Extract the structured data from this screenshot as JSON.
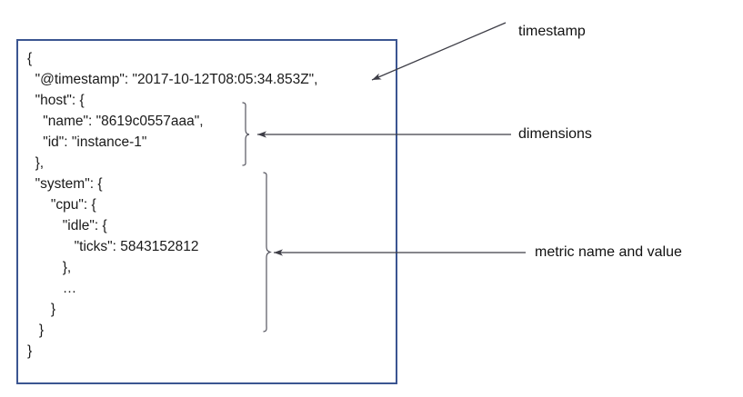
{
  "document": {
    "name": "json-metric-document",
    "border_color": "#3b5591",
    "lines": [
      "{",
      "  \"@timestamp\": \"2017-10-12T08:05:34.853Z\",",
      "  \"host\": {",
      "    \"name\": \"8619c0557aaa\",",
      "    \"id\": \"instance-1\"",
      "  },",
      "  \"system\": {",
      "      \"cpu\": {",
      "         \"idle\": {",
      "            \"ticks\": 5843152812",
      "         },",
      "         …",
      "      }",
      "   }",
      "}"
    ],
    "fields": {
      "timestamp_key": "@timestamp",
      "timestamp_value": "2017-10-12T08:05:34.853Z",
      "host_name_key": "name",
      "host_name_value": "8619c0557aaa",
      "host_id_key": "id",
      "host_id_value": "instance-1",
      "metric_key": "ticks",
      "metric_value": "5843152812",
      "metric_path": "system.cpu.idle.ticks",
      "ellipsis": "…"
    }
  },
  "annotations": [
    {
      "id": "timestamp",
      "label": "timestamp",
      "arrow_color": "#404040",
      "arrow_kind": "diagonal",
      "target": "@timestamp line"
    },
    {
      "id": "dimensions",
      "label": "dimensions",
      "arrow_color": "#404040",
      "arrow_kind": "horizontal-with-brace",
      "target": "host object"
    },
    {
      "id": "metric",
      "label": "metric name and value",
      "arrow_color": "#404040",
      "arrow_kind": "horizontal-with-brace",
      "target": "system.cpu.idle.ticks object"
    }
  ],
  "braces": [
    {
      "id": "dimensions-brace",
      "spans": "host object lines"
    },
    {
      "id": "metric-brace",
      "spans": "system object lines"
    }
  ]
}
